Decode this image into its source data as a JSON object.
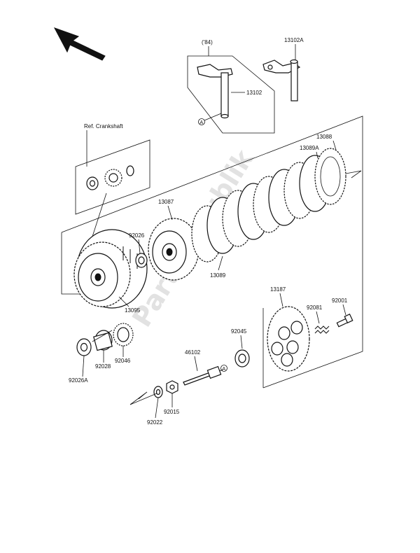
{
  "diagram": {
    "labels": {
      "p84": "('84)",
      "p13102A": "13102A",
      "p13102": "13102",
      "ref_crankshaft": "Ref. Crankshaft",
      "p13088": "13088",
      "p13089A": "13089A",
      "p13087": "13087",
      "p92026": "92026",
      "p13089": "13089",
      "p13095": "13095",
      "p13187": "13187",
      "p92081": "92081",
      "p92001": "92001",
      "p92045": "92045",
      "p46102": "46102",
      "p92028": "92028",
      "p92046": "92046",
      "p92026A": "92026A",
      "p92015": "92015",
      "p92022": "92022"
    },
    "markers": {
      "a_top": "A",
      "a_mid": "A"
    },
    "watermark": "Partsrepublik"
  }
}
